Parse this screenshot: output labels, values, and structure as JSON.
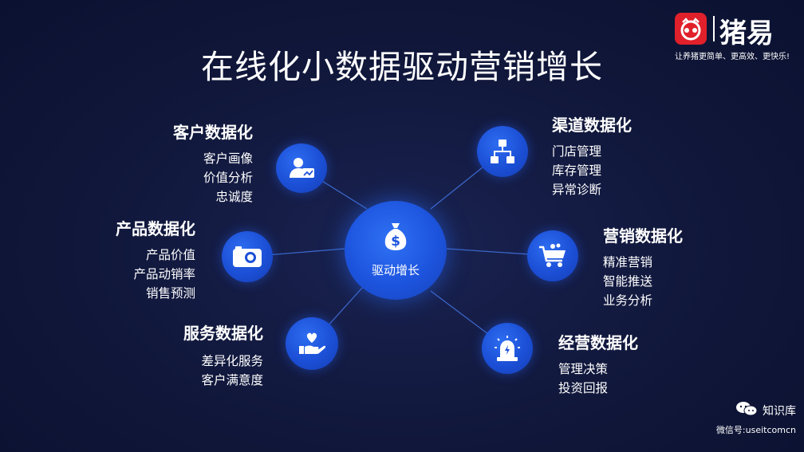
{
  "title": "在线化小数据驱动营销增长",
  "logo": {
    "name": "猪易",
    "slogan": "让养猪更简单、更高效、更快乐!"
  },
  "center": {
    "label": "驱动增长",
    "icon": "money-bag-icon"
  },
  "groups": [
    {
      "heading": "客户数据化",
      "icon": "customer-profile-icon",
      "items": [
        "客户画像",
        "价值分析",
        "忠诚度"
      ]
    },
    {
      "heading": "产品数据化",
      "icon": "camera-icon",
      "items": [
        "产品价值",
        "产品动销率",
        "销售预测"
      ]
    },
    {
      "heading": "服务数据化",
      "icon": "heart-hand-icon",
      "items": [
        "差异化服务",
        "客户满意度"
      ]
    },
    {
      "heading": "渠道数据化",
      "icon": "hierarchy-icon",
      "items": [
        "门店管理",
        "库存管理",
        "异常诊断"
      ]
    },
    {
      "heading": "营销数据化",
      "icon": "shopping-cart-icon",
      "items": [
        "精准营销",
        "智能推送",
        "业务分析"
      ]
    },
    {
      "heading": "经营数据化",
      "icon": "alarm-light-icon",
      "items": [
        "管理决策",
        "投资回报"
      ]
    }
  ],
  "footer": {
    "name": "知识库",
    "id": "微信号:useitcomcn",
    "icon": "wechat-icon"
  },
  "colors": {
    "background": "#0e1533",
    "node": "#1b4fd6",
    "line": "#3b66c9",
    "logo_red": "#e0202a"
  }
}
